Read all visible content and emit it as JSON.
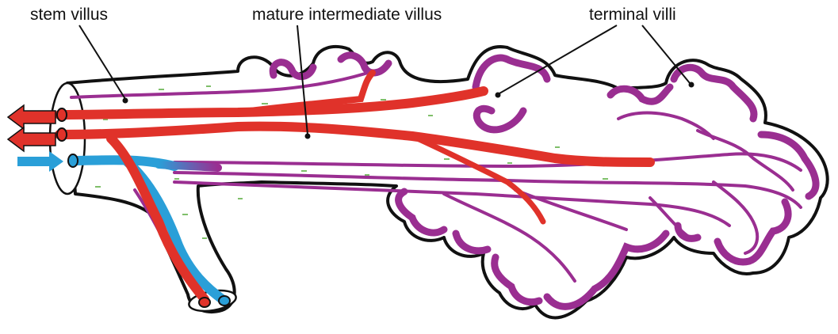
{
  "labels": {
    "stem_villus": "stem villus",
    "mature_intermediate_villus": "mature intermediate villus",
    "terminal_villi": "terminal villi"
  },
  "colors": {
    "artery": "#e0322a",
    "vein": "#2a9fd8",
    "capillary": "#9a2e91",
    "stroma_dots": "#7fbf6a",
    "outline": "#111111",
    "background": "#ffffff"
  }
}
